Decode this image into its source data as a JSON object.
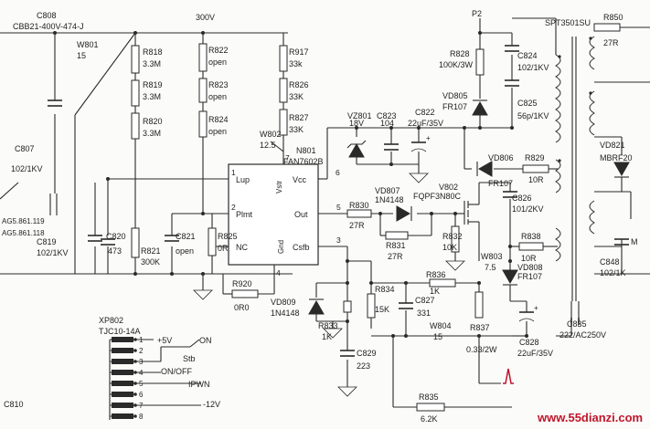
{
  "labels": {
    "c808": "C808",
    "c808_val": "CBB21-400V-474-J",
    "w801": "W801",
    "w801_val": "15",
    "c807": "C807",
    "c807_val": "102/1KV",
    "ag1": "AG5.861.119",
    "ag2": "AG5.861.118",
    "c819": "C819",
    "c819_val": "102/1KV",
    "c820": "C820",
    "c820_val": "473",
    "r818": "R818",
    "r818_val": "3.3M",
    "r819": "R819",
    "r819_val": "3.3M",
    "r820": "R820",
    "r820_val": "3.3M",
    "r821": "R821",
    "r821_val": "300K",
    "r822": "R822",
    "r822_val": "open",
    "r823": "R823",
    "r823_val": "open",
    "r824": "R824",
    "r824_val": "open",
    "c821": "C821",
    "c821_val": "open",
    "r825": "R825",
    "r825_val": "0R",
    "r920": "R920",
    "r920_val": "0R0",
    "top300": "300V",
    "r917": "R917",
    "r917_val": "33k",
    "r826": "R826",
    "r826_val": "33K",
    "r827": "R827",
    "r827_val": "33K",
    "w802": "W802",
    "w802_val": "12.5",
    "n801": "N801",
    "n801_part": "FAN7602B",
    "ic_lup": "Lup",
    "ic_vcc": "Vcc",
    "ic_vstr": "Vstr",
    "ic_plmt": "Plmt",
    "ic_out": "Out",
    "ic_nc": "NC",
    "ic_gnd": "Gnd",
    "ic_csfb": "Csfb",
    "pin1": "1",
    "pin2": "2",
    "pin3": "3",
    "pin4": "4",
    "pin5": "5",
    "pin6": "6",
    "pin7": "7",
    "vz801": "VZ801",
    "vz801_val": "18V",
    "c823": "C823",
    "c823_val": "104",
    "c822": "C822",
    "c822_val": "22uF/35V",
    "vd807": "VD807",
    "vd807_val": "1N4148",
    "r830": "R830",
    "r830_val": "27R",
    "r831": "R831",
    "r831_val": "27R",
    "v802": "V802",
    "v802_val": "FQPF3N80C",
    "r832": "R832",
    "r832_val": "10K",
    "w803": "W803",
    "w803_val": "7.5",
    "r836": "R836",
    "r836_val": "1K",
    "vd809": "VD809",
    "vd809_val": "1N4148",
    "r833": "R833",
    "r833_val": "1K",
    "r834": "R834",
    "r834_val": "15K",
    "c827": "C827",
    "c827_val": "331",
    "c829": "C829",
    "c829_val": "223",
    "w804": "W804",
    "w804_val": "15",
    "r837": "R837",
    "r837_val": "0.33/2W",
    "r835": "R835",
    "r835_val": "6.2K",
    "p2": "P2",
    "r828": "R828",
    "r828_val": "100K/3W",
    "c824": "C824",
    "c824_val": "102/1KV",
    "c825": "C825",
    "c825_val": "56p/1KV",
    "vd805": "VD805",
    "vd805_val": "FR107",
    "vd806": "VD806",
    "vd806_val": "FR107",
    "r829": "R829",
    "r829_val": "10R",
    "c826": "C826",
    "c826_val": "101/2KV",
    "r838": "R838",
    "r838_val": "10R",
    "vd808": "VD808",
    "vd808_val": "FR107",
    "c828": "C828",
    "c828_val": "22uF/35V",
    "c835": "C835",
    "c835_val": "222/AC250V",
    "spt": "SPT3501SU",
    "r850": "R850",
    "r850_val": "27R",
    "vd821": "VD821",
    "vd821_val": "MBRF20",
    "c848": "C848",
    "c848_val": "102/1K",
    "m": "M",
    "xp802": "XP802",
    "xp802_val": "TJC10-14A",
    "plus5": "+5V",
    "stb": "Stb",
    "on": "ON",
    "onoff": "ON/OFF",
    "ipwn": "IPWN",
    "minus12": "-12V",
    "hdr1": "1",
    "hdr2": "2",
    "hdr3": "3",
    "hdr4": "4",
    "hdr5": "5",
    "hdr6": "6",
    "hdr7": "7",
    "hdr8": "8",
    "c810": "C810",
    "watermark": "www.55dianzi.com"
  }
}
